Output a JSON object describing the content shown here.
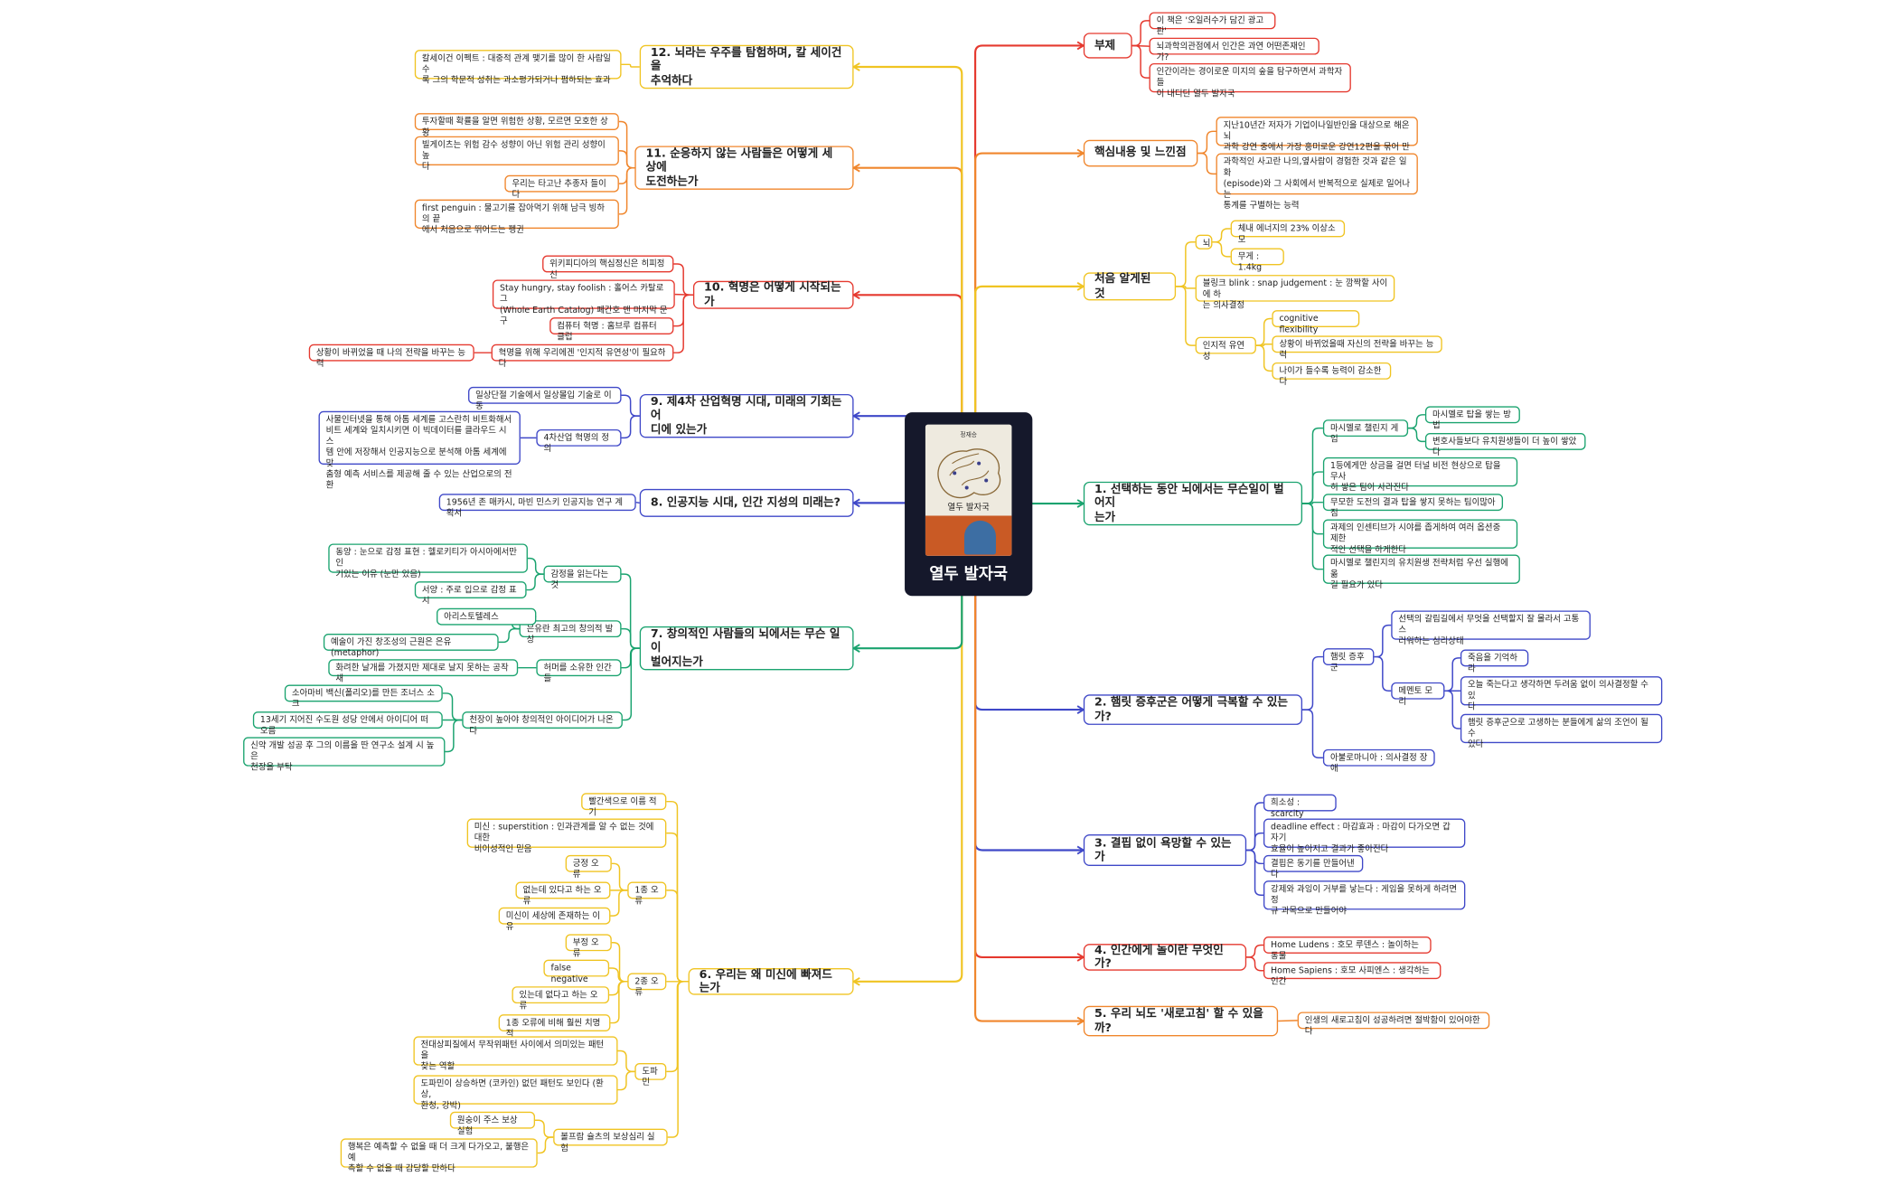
{
  "center": {
    "title": "열두 발자국",
    "cover_author": "정재승",
    "cover_title": "열두 발자국"
  },
  "colors": {
    "red": "#e5392f",
    "orange": "#f0862c",
    "yellow": "#f0c422",
    "green": "#1aa36f",
    "blue": "#3f48c8"
  },
  "branches": [
    {
      "id": "b-subtitle",
      "label": "부제",
      "color": "red",
      "children": [
        {
          "label": "이 책은 '오일러수가 담긴 광고판'"
        },
        {
          "label": "뇌과학의관점에서 인간은 과연 어떤존재인가?"
        },
        {
          "label": "인간이라는 경이로운 미지의 숲을 탐구하면서 과학자들\n이 내디딘 열두 발자국"
        }
      ]
    },
    {
      "id": "b-core",
      "label": "핵심내용 및 느낀점",
      "color": "orange",
      "children": [
        {
          "label": "지난10년간 저자가 기업이나일반인을 대상으로 해온 뇌\n과학 강연 중에서 가장 흥미로운 강연12편을 묶어 만듦"
        },
        {
          "label": "과학적인 사고란 나의,옆사람이 경험한 것과 같은 일화\n(episode)와 그 사회에서 반복적으로 실제로 일어나는\n통계를 구별하는 능력"
        }
      ]
    },
    {
      "id": "b-learned",
      "label": "처음 알게된 것",
      "color": "yellow",
      "children": [
        {
          "label": "뇌",
          "children": [
            {
              "label": "체내 에너지의 23% 이상소모"
            },
            {
              "label": "무게 : 1.4kg"
            }
          ]
        },
        {
          "label": "블링크 blink : snap judgement : 눈 깜짝할 사이에 하\n는 의사결정"
        },
        {
          "label": "인지적 유연성",
          "children": [
            {
              "label": "cognitive flexibility"
            },
            {
              "label": "상황이 바뀌었을때 자신의 전략을 바꾸는 능력"
            },
            {
              "label": "나이가 들수록 능력이 감소한다"
            }
          ]
        }
      ]
    },
    {
      "id": "b-1",
      "label": "1. 선택하는 동안 뇌에서는 무슨일이 벌어지\n는가",
      "color": "green",
      "children": [
        {
          "label": "마시멜로 챌린지 게임",
          "children": [
            {
              "label": "마시멜로 탑을 쌓는 방법"
            },
            {
              "label": "변호사들보다 유치원생들이 더 높이 쌓았다"
            }
          ]
        },
        {
          "label": "1등에게만 상금을 걸면 터널 비전 현상으로 탑을 무사\n히 쌓은 팀이 사라진다"
        },
        {
          "label": "무모한 도전의 결과 탑을 쌓지 못하는 팀이많아짐"
        },
        {
          "label": "과제의 인센티브가 시야를 좁게하여 여러 옵션중 제한\n적인 선택을 하게한다"
        },
        {
          "label": "마시멜로 챌린지의 유치원생 전략처럼 우선 실행에 옮\n길 필요가 있다"
        }
      ]
    },
    {
      "id": "b-2",
      "label": "2. 햄릿 증후군은 어떻게 극복할 수 있는가?",
      "color": "blue",
      "children": [
        {
          "label": "햄릿 증후군",
          "children": [
            {
              "label": "선택의 갈림길에서 무엇을 선택할지 잘 몰라서 고통스\n러워하는 심리상태"
            },
            {
              "label": "메멘토 모리",
              "children": [
                {
                  "label": "죽음을 기억하라"
                },
                {
                  "label": "오늘 죽는다고 생각하면 두려움 없이 의사결정할 수 있\n다"
                },
                {
                  "label": "햄릿 증후군으로 고생하는 분들에게 삶의 조언이 될 수\n있다"
                }
              ]
            }
          ]
        },
        {
          "label": "아불로마니아 : 의사결정 장애"
        }
      ]
    },
    {
      "id": "b-3",
      "label": "3. 결핍 없이 욕망할 수 있는가",
      "color": "blue",
      "children": [
        {
          "label": "희소성 : scarcity"
        },
        {
          "label": "deadline effect : 마감효과 : 마감이 다가오면 갑자기\n효율이 높아지고 결과가 좋아진다"
        },
        {
          "label": "결핍은 동기를 만들어낸다"
        },
        {
          "label": "강제와 과잉이 거부를 낳는다 : 게임을 못하게 하려면 정\n규 과목으로 만들어야"
        }
      ]
    },
    {
      "id": "b-4",
      "label": "4. 인간에게 놀이란 무엇인가?",
      "color": "red",
      "children": [
        {
          "label": "Home Ludens : 호모 루덴스 : 놀이하는 동물"
        },
        {
          "label": "Home Sapiens : 호모 사피엔스 : 생각하는 인간"
        }
      ]
    },
    {
      "id": "b-5",
      "label": "5. 우리 뇌도 '새로고침' 할 수 있을까?",
      "color": "orange",
      "children": [
        {
          "label": "인생의 새로고침이 성공하려면 절박함이 있어야한다"
        }
      ]
    },
    {
      "id": "b-6",
      "label": "6. 우리는 왜 미신에 빠져드는가",
      "color": "yellow",
      "children": [
        {
          "label": "빨간색으로 이름 적기"
        },
        {
          "label": "미신 : superstition : 인과관계를 알 수 없는 것에 대한\n비이성적인 믿음"
        },
        {
          "label": "1종 오류",
          "children": [
            {
              "label": "긍정 오류"
            },
            {
              "label": "없는데 있다고 하는 오류"
            },
            {
              "label": "미신이 세상에 존재하는 이유"
            }
          ]
        },
        {
          "label": "2종 오류",
          "children": [
            {
              "label": "부정 오류"
            },
            {
              "label": "false negative"
            },
            {
              "label": "있는데 없다고 하는 오류"
            },
            {
              "label": "1종 오류에 비해 훨씬 치명적"
            }
          ]
        },
        {
          "label": "도파민",
          "children": [
            {
              "label": "전대상피질에서 무작위패턴 사이에서 의미있는 패턴을\n찾는 역할"
            },
            {
              "label": "도파민이 상승하면 (코카인) 없던 패턴도 보인다 (환상,\n환청, 강박)"
            }
          ]
        },
        {
          "label": "볼프람 슐츠의 보상심리 실험",
          "children": [
            {
              "label": "원숭이 주스 보상 실험"
            },
            {
              "label": "행복은 예측할 수 없을 때 더 크게 다가오고, 불행은 예\n측할 수 없을 때 감당할 만하다"
            }
          ]
        }
      ]
    },
    {
      "id": "b-7",
      "label": "7. 창의적인 사람들의 뇌에서는 무슨 일이\n벌어지는가",
      "color": "green",
      "children": [
        {
          "label": "감정을 읽는다는 것",
          "children": [
            {
              "label": "동양 : 눈으로 감정 표현 : 헬로키티가 아시아에서만 인\n기있는 이유 (눈만 있음)"
            },
            {
              "label": "서양 : 주로 입으로 감정 표시"
            }
          ]
        },
        {
          "label": "은유란 최고의 창의적 발상",
          "children": [
            {
              "label": "아리스토텔레스"
            },
            {
              "label": "예술이 가진 창조성의 근원은 은유 (metaphor)"
            }
          ]
        },
        {
          "label": "허머를 소유한 인간들",
          "children": [
            {
              "label": "화려한 날개를 가졌지만 제대로 날지 못하는 공작새"
            }
          ]
        },
        {
          "label": "천장이 높아야 창의적인 아이디어가 나온다",
          "children": [
            {
              "label": "소아마비 백신(폴리오)를 만든 조너스 소크"
            },
            {
              "label": "13세기 지어진 수도원 성당 안에서 아이디어 떠오름"
            },
            {
              "label": "신약 개발 성공 후 그의 이름을 딴 연구소 설계 시 높은\n천장을 부탁"
            }
          ]
        }
      ]
    },
    {
      "id": "b-8",
      "label": "8. 인공지능 시대, 인간 지성의 미래는?",
      "color": "blue",
      "children": [
        {
          "label": "1956년 존 매카시, 마빈 민스키 인공지능 연구 계획서"
        }
      ]
    },
    {
      "id": "b-9",
      "label": "9. 제4차 산업혁명 시대, 미래의 기회는 어\n디에 있는가",
      "color": "blue",
      "children": [
        {
          "label": "일상단절 기술에서 일상몰입 기술로 이동"
        },
        {
          "label": "4차산업 혁명의 정의",
          "children": [
            {
              "label": "사물인터넷을 통해 아톰 세계를 고스란히 비트화해서\n비트 세계와 일치시키면 이 빅데이터를 클라우드 시스\n템 안에 저장해서 인공지능으로 분석해 아톰 세계에 맞\n춤형 예측 서비스를 제공해 줄 수 있는 산업으로의 전환"
            }
          ]
        }
      ]
    },
    {
      "id": "b-10",
      "label": "10. 혁명은 어떻게 시작되는가",
      "color": "red",
      "children": [
        {
          "label": "위키피디아의 핵심정신은 히피정신"
        },
        {
          "label": "Stay hungry, stay foolish : 홀어스 카탈로그\n(Whole Earth Catalog) 폐간호 맨 마지막 문구"
        },
        {
          "label": "컴퓨터 혁명 : 홈브루 컴퓨터 클럽"
        },
        {
          "label": "혁명을 위해 우리에겐 '인지적 유연성'이 필요하다",
          "children": [
            {
              "label": "상황이 바뀌었을 때 나의 전략을 바꾸는 능력"
            }
          ]
        }
      ]
    },
    {
      "id": "b-11",
      "label": "11. 순응하지 않는 사람들은 어떻게 세상에\n도전하는가",
      "color": "orange",
      "children": [
        {
          "label": "투자할때 확률을 알면 위험한 상황, 모르면 모호한 상황"
        },
        {
          "label": "빌게이츠는 위험 감수 성향이 아닌 위험 관리 성향이 높\n다"
        },
        {
          "label": "우리는 타고난 추종자 들이다"
        },
        {
          "label": "first penguin : 물고기를 잡아먹기 위해 남극 빙하의 끝\n에서 처음으로 뛰어드는 펭귄"
        }
      ]
    },
    {
      "id": "b-12",
      "label": "12. 뇌라는 우주를 탐험하며, 칼 세이건을\n추억하다",
      "color": "yellow",
      "children": [
        {
          "label": "칼세이건 이펙트 : 대중적 관계 맺기를 많이 한 사람일수\n록 그의 학문적 성취는 과소평가되거나 폄하되는 효과"
        }
      ]
    }
  ]
}
